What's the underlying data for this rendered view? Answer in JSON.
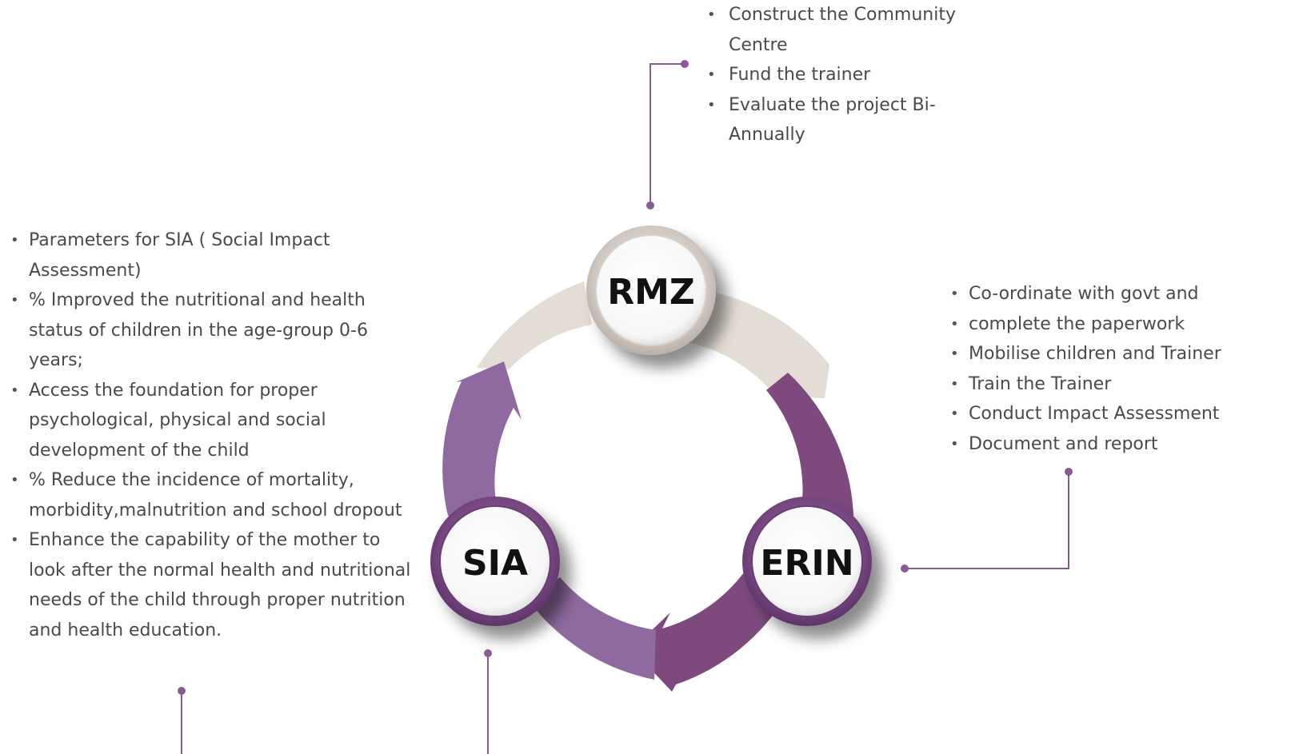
{
  "nodes": {
    "rmz": "RMZ",
    "erin": "ERIN",
    "sia": "SIA"
  },
  "rmz_tasks": [
    "Construct the Community Centre",
    "Fund the trainer",
    "Evaluate the project Bi-Annually"
  ],
  "sia_tasks": [
    "Parameters for SIA ( Social Impact Assessment)",
    "% Improved the nutritional and health status of children in the age-group 0-6 years;",
    "Access the foundation for proper psychological, physical and social development of the child",
    "% Reduce the incidence of mortality, morbidity,malnutrition and school dropout",
    "Enhance the capability of the mother to look after the normal health and nutritional needs of the child through proper nutrition and health education."
  ],
  "erin_tasks": [
    "Co-ordinate with govt and",
    "complete the paperwork",
    "Mobilise children and Trainer",
    "Train the Trainer",
    "Conduct Impact Assessment",
    "Document and report"
  ],
  "colors": {
    "arrow_top": "#e4ddd6",
    "arrow_right": "#7e4a7e",
    "arrow_left": "#8f6aa0",
    "connector": "#8a5a96",
    "ring_rmz": "#d9d2cc",
    "ring_purple": "#7b4d86"
  }
}
